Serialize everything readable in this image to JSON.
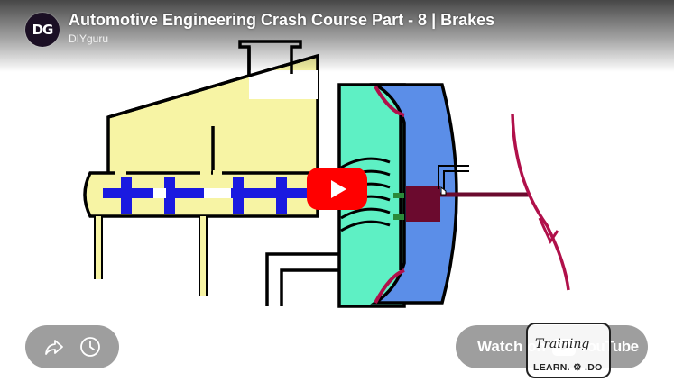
{
  "video": {
    "title": "Automotive Engineering Crash Course Part - 8 | Brakes",
    "channel": "DIYguru",
    "channel_avatar_text": "DG"
  },
  "controls": {
    "share_icon": "share-arrow-icon",
    "watch_later_icon": "clock-icon",
    "watch_on_label": "Watch on",
    "youtube_wordmark": "YouTube"
  },
  "watermark": {
    "script_text": "Training",
    "tagline": "LEARN. ⚙ .DO"
  },
  "colors": {
    "reservoir_fill": "#f7f4a4",
    "piston_blue": "#1a1ae0",
    "chamber_green": "#5ef0c4",
    "diaphragm_blue": "#5b8ee8",
    "rod_maroon": "#6b0a2e",
    "pedal_crimson": "#b0104a",
    "play_red": "#ff0000"
  }
}
